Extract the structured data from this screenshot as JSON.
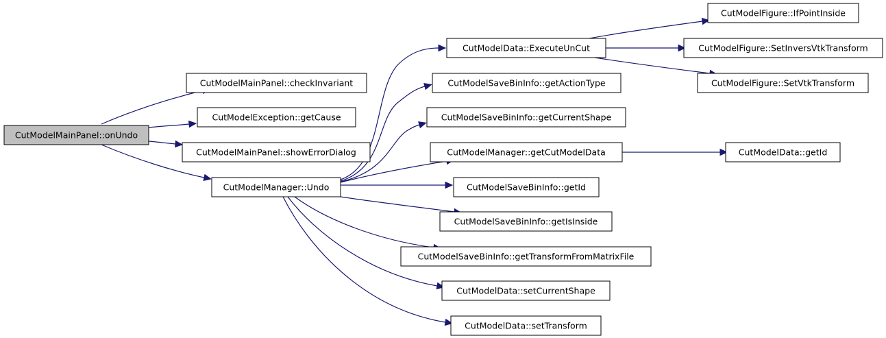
{
  "colors": {
    "edge": "#191970",
    "root_fill": "#bfbfbf",
    "node_fill": "#ffffff",
    "border": "#000000"
  },
  "nodes": [
    {
      "id": "root",
      "label": "CutModelMainPanel::onUndo"
    },
    {
      "id": "checkInvariant",
      "label": "CutModelMainPanel::checkInvariant"
    },
    {
      "id": "getCause",
      "label": "CutModelException::getCause"
    },
    {
      "id": "showErrorDialog",
      "label": "CutModelMainPanel::showErrorDialog"
    },
    {
      "id": "undo",
      "label": "CutModelManager::Undo"
    },
    {
      "id": "executeUnCut",
      "label": "CutModelData::ExecuteUnCut"
    },
    {
      "id": "getActionType",
      "label": "CutModelSaveBinInfo::getActionType"
    },
    {
      "id": "getCurrentShape",
      "label": "CutModelSaveBinInfo::getCurrentShape"
    },
    {
      "id": "getCutModelData",
      "label": "CutModelManager::getCutModelData"
    },
    {
      "id": "sbiGetId",
      "label": "CutModelSaveBinInfo::getId"
    },
    {
      "id": "getIsInside",
      "label": "CutModelSaveBinInfo::getIsInside"
    },
    {
      "id": "getTransformFromMatrixFile",
      "label": "CutModelSaveBinInfo::getTransformFromMatrixFile"
    },
    {
      "id": "setCurrentShape",
      "label": "CutModelData::setCurrentShape"
    },
    {
      "id": "setTransform",
      "label": "CutModelData::setTransform"
    },
    {
      "id": "ifPointInside",
      "label": "CutModelFigure::IfPointInside"
    },
    {
      "id": "setInversVtkTransform",
      "label": "CutModelFigure::SetInversVtkTransform"
    },
    {
      "id": "setVtkTransform",
      "label": "CutModelFigure::SetVtkTransform"
    },
    {
      "id": "dataGetId",
      "label": "CutModelData::getId"
    }
  ],
  "edges": [
    {
      "from": "root",
      "to": "checkInvariant"
    },
    {
      "from": "root",
      "to": "getCause"
    },
    {
      "from": "root",
      "to": "showErrorDialog"
    },
    {
      "from": "root",
      "to": "undo"
    },
    {
      "from": "undo",
      "to": "executeUnCut"
    },
    {
      "from": "undo",
      "to": "getActionType"
    },
    {
      "from": "undo",
      "to": "getCurrentShape"
    },
    {
      "from": "undo",
      "to": "getCutModelData"
    },
    {
      "from": "undo",
      "to": "sbiGetId"
    },
    {
      "from": "undo",
      "to": "getIsInside"
    },
    {
      "from": "undo",
      "to": "getTransformFromMatrixFile"
    },
    {
      "from": "undo",
      "to": "setCurrentShape"
    },
    {
      "from": "undo",
      "to": "setTransform"
    },
    {
      "from": "executeUnCut",
      "to": "ifPointInside"
    },
    {
      "from": "executeUnCut",
      "to": "setInversVtkTransform"
    },
    {
      "from": "executeUnCut",
      "to": "setVtkTransform"
    },
    {
      "from": "getCutModelData",
      "to": "dataGetId"
    }
  ]
}
